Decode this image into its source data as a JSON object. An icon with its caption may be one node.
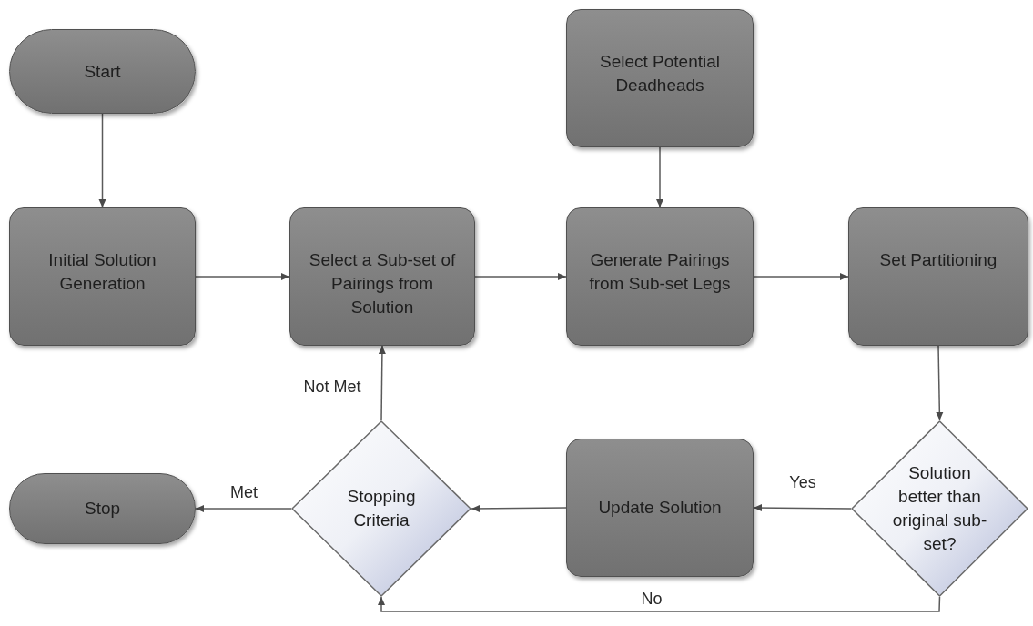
{
  "diagram": {
    "nodes": [
      {
        "text": [
          "Start"
        ]
      },
      {
        "text": [
          "Select Potential Deadheads"
        ]
      },
      {
        "text": [
          "Initial Solution Generation"
        ]
      },
      {
        "text": [
          "Select a Sub-set of Pairings from Solution"
        ]
      },
      {
        "text": [
          "Generate Pairings from Sub-set Legs"
        ]
      },
      {
        "text": [
          "Set Partitioning"
        ]
      },
      {
        "text": [
          "Stop"
        ]
      },
      {
        "text": [
          "Stopping Criteria"
        ]
      },
      {
        "text": [
          "Update Solution"
        ]
      },
      {
        "text": [
          "Solution better than original sub-set?"
        ]
      }
    ],
    "edges": [
      {
        "from": 0,
        "to": 2,
        "arrow": "to"
      },
      {
        "from": 1,
        "to": 4,
        "arrow": "to"
      },
      {
        "from": 2,
        "to": 3,
        "arrow": "to"
      },
      {
        "from": 3,
        "to": 4,
        "arrow": "to"
      },
      {
        "from": 4,
        "to": 5,
        "arrow": "to"
      },
      {
        "from": 5,
        "to": 9,
        "arrow": "to"
      },
      {
        "from": 9,
        "to": 8,
        "arrow": "to",
        "label": "Yes"
      },
      {
        "from": 8,
        "to": 7,
        "arrow": "to"
      },
      {
        "from": 7,
        "to": 6,
        "arrow": "to",
        "label": "Met"
      },
      {
        "from": 7,
        "to": 3,
        "arrow": "to",
        "label": "Not Met"
      },
      {
        "from": 9,
        "to": 7,
        "arrow": "to",
        "label": "No"
      }
    ]
  }
}
